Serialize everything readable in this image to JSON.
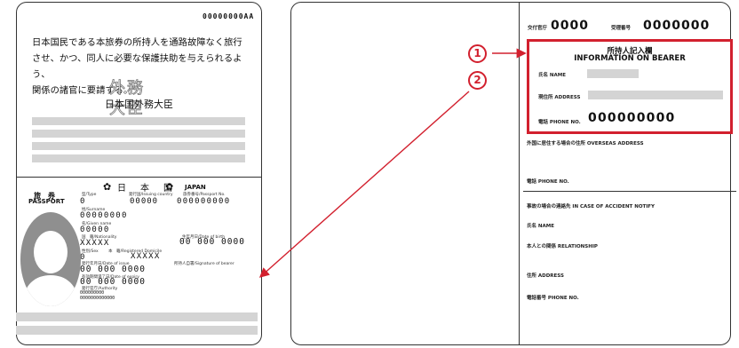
{
  "left_page": {
    "serial": "00000000AA",
    "statement_lines": [
      "日本国民である本旅券の所持人を通路故障なく旅行",
      "させ、かつ、同人に必要な保護扶助を与えられるよう、",
      "関係の諸官に要請する。"
    ],
    "seal_chars": [
      "外",
      "務",
      "大",
      "臣"
    ],
    "minister": "日本国外務大臣",
    "data_page": {
      "header_jp": "日　本　国",
      "header_en": "JAPAN",
      "passport_jp": "旅　券",
      "passport_en": "PASSPORT",
      "type_label": "型/Type",
      "type_value": "0",
      "issuing_label": "発行国/Issuing country",
      "issuing_value": "00000",
      "passport_no_label": "旅券番号/Passport No.",
      "passport_no_value": "000000000",
      "surname_label": "姓/Surname",
      "surname_value": "00000000",
      "given_label": "名/Given name",
      "given_value": "00000",
      "nationality_label": "国　籍/Nationality",
      "nationality_value": "XXXXX",
      "dob_label": "生年月日/Date of birth",
      "dob_value": "00 000 0000",
      "sex_label": "性別/Sex",
      "sex_value": "0",
      "domicile_label": "本　籍/Registered Domicile",
      "domicile_value": "XXXXX",
      "issue_label": "発行年月日/Date of issue",
      "issue_value": "00 000 0000",
      "signature_label": "所持人自署/Signature of bearer",
      "expiry_label": "有効期間満了日/Date of expiry",
      "expiry_value": "00 000 0000",
      "authority_label": "発行官庁/Authority",
      "authority_value_1": "000000000",
      "authority_value_2": "0000000000000"
    }
  },
  "right_page": {
    "office_label": "交付官庁",
    "office_value": "0000",
    "receipt_label": "受理番号",
    "receipt_value": "0000000",
    "bearer_title_jp": "所持人記入欄",
    "bearer_title_en": "INFORMATION ON BEARER",
    "name_label": "氏名 NAME",
    "address_label": "現住所 ADDRESS",
    "phone_label": "電話 PHONE NO.",
    "phone_value": "000000000",
    "overseas_label": "外国に居住する場合の住所 OVERSEAS ADDRESS",
    "overseas_phone_label": "電話 PHONE NO.",
    "emergency_title": "事故の場合の連絡先 IN CASE OF ACCIDENT NOTIFY",
    "em_name_label": "氏名 NAME",
    "em_relationship_label": "本人との関係 RELATIONSHIP",
    "em_address_label": "住所 ADDRESS",
    "em_phone_label": "電話番号 PHONE NO."
  },
  "callouts": [
    "1",
    "2"
  ],
  "colors": {
    "highlight": "#d2202e",
    "redaction": "#d4d4d4",
    "outline": "#333333"
  }
}
